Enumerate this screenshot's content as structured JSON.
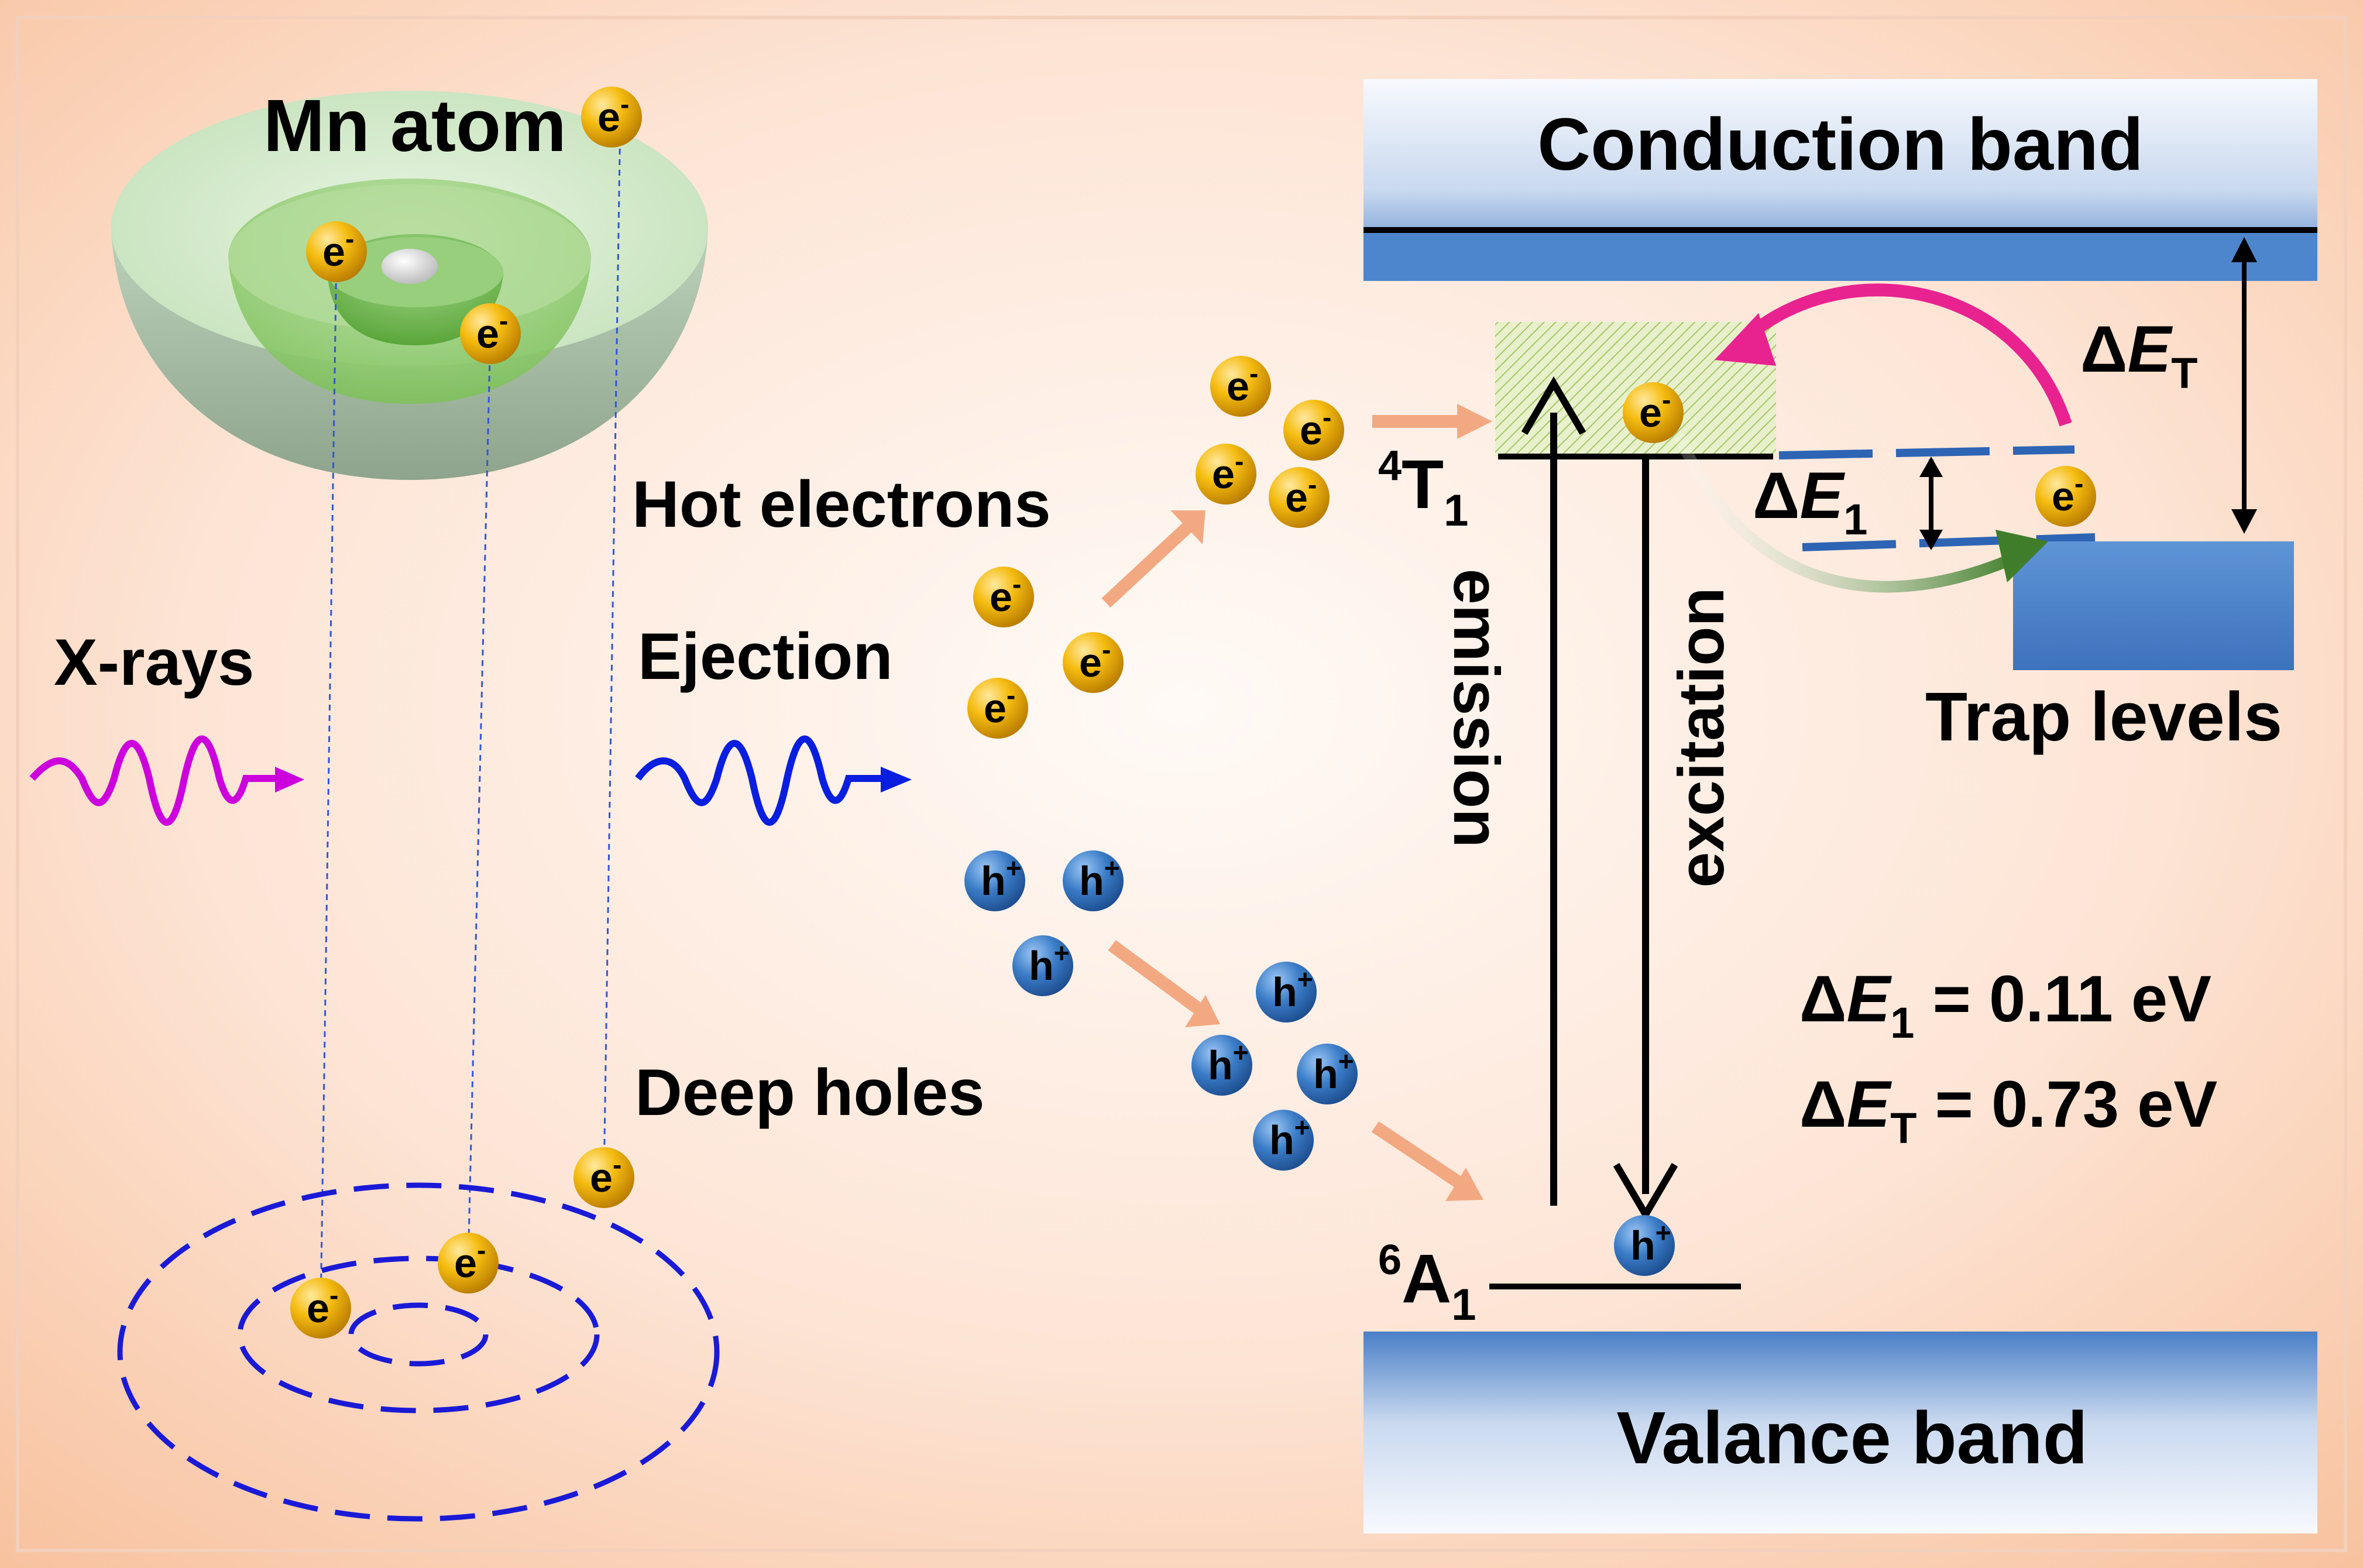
{
  "atom": {
    "title": "Mn atom"
  },
  "xrays": {
    "label": "X-rays"
  },
  "labels": {
    "hot_electrons": "Hot electrons",
    "ejection": "Ejection",
    "deep_holes": "Deep holes",
    "emission": "emission",
    "excitation": "excitation",
    "trap_levels": "Trap levels"
  },
  "bands": {
    "conduction": "Conduction band",
    "valence": "Valance band"
  },
  "states": {
    "upper": {
      "sup": "4",
      "main": "T",
      "sub": "1"
    },
    "lower": {
      "sup": "6",
      "main": "A",
      "sub": "1"
    }
  },
  "gaps": {
    "e1": {
      "delta": "Δ",
      "sym": "E",
      "sub": "1"
    },
    "et": {
      "delta": "Δ",
      "sym": "E",
      "sub": "T"
    }
  },
  "results": {
    "e1": {
      "delta": "Δ",
      "sym": "E",
      "sub": "1",
      "value": " = 0.11 eV"
    },
    "et": {
      "delta": "Δ",
      "sym": "E",
      "sub": "T",
      "value": " = 0.73 eV"
    }
  },
  "particles": {
    "electron": {
      "base": "e",
      "charge": "-"
    },
    "hole": {
      "base": "h",
      "charge": "+"
    }
  },
  "colors": {
    "xray_wave": "#cc00dd",
    "ejection_wave": "#0a1ee0",
    "orbit": "#1a1ad6",
    "electron": "#f2b400",
    "hole": "#2d6bb5",
    "pink_arrow": "#e8238f",
    "green_arrow": "#3f7d2a",
    "band_blue": "#4d86cc",
    "trap_dash": "#2e64b4",
    "transfer_arrow": "#f2a982"
  }
}
